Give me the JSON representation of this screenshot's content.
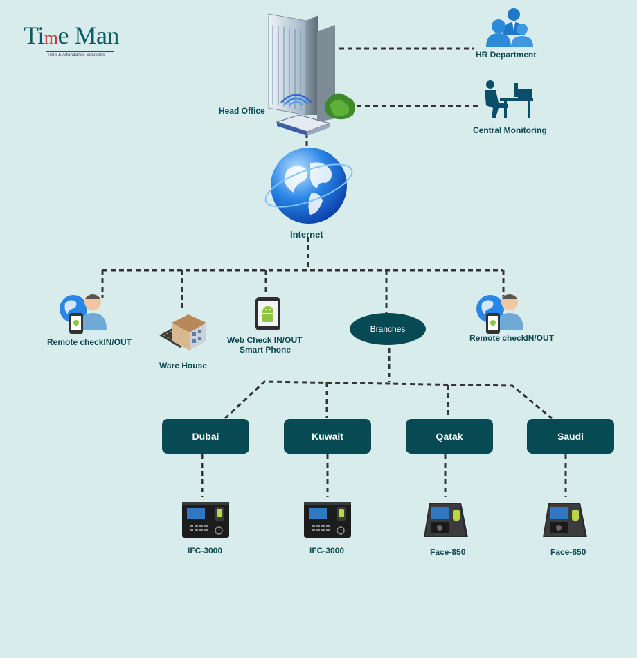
{
  "logo": {
    "brand_part1": "Ti",
    "brand_accent": "m",
    "brand_part2": "e Man",
    "tagline": "Time & Attendance Solutions"
  },
  "head_office": {
    "label": "Head Office"
  },
  "hr_department": {
    "label": "HR Department"
  },
  "central_monitoring": {
    "label": "Central Monitoring"
  },
  "internet": {
    "label": "Internet"
  },
  "remote_left": {
    "label": "Remote checkIN/OUT"
  },
  "warehouse": {
    "label": "Ware House"
  },
  "web_check": {
    "line1": "Web Check IN/OUT",
    "line2": "Smart Phone"
  },
  "branches": {
    "label": "Branches"
  },
  "remote_right": {
    "label": "Remote checkIN/OUT"
  },
  "locations": [
    {
      "name": "Dubai",
      "device": "IFC-3000"
    },
    {
      "name": "Kuwait",
      "device": "IFC-3000"
    },
    {
      "name": "Qatak",
      "device": "Face-850"
    },
    {
      "name": "Saudi",
      "device": "Face-850"
    }
  ],
  "colors": {
    "background": "#d9ecec",
    "node_fill": "#074a53",
    "label_text": "#0e4a54",
    "connector": "#333333",
    "logo_accent": "#d03a3a"
  }
}
